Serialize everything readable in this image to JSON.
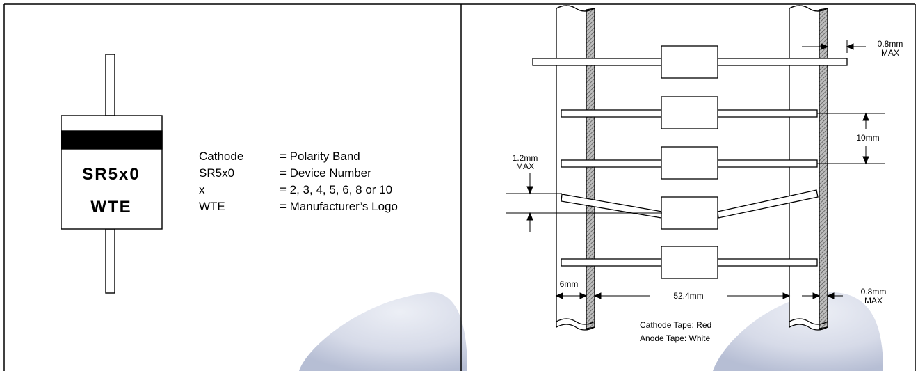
{
  "device": {
    "part_number": "SR5x0",
    "logo": "WTE"
  },
  "legend": [
    {
      "key": "Cathode",
      "value": "= Polarity Band"
    },
    {
      "key": "SR5x0",
      "value": "= Device Number"
    },
    {
      "key": "x",
      "value": "= 2, 3, 4, 5, 6, 8 or 10"
    },
    {
      "key": "WTE",
      "value": "= Manufacturer’s Logo"
    }
  ],
  "tape": {
    "dim_top_right": {
      "value": "0.8mm",
      "qualifier": "MAX"
    },
    "dim_pitch": "10mm",
    "dim_lead_offset": {
      "value": "1.2mm",
      "qualifier": "MAX"
    },
    "dim_tape_width": "6mm",
    "dim_span": "52.4mm",
    "dim_bottom_right": {
      "value": "0.8mm",
      "qualifier": "MAX"
    },
    "notes": [
      "Cathode Tape: Red",
      "Anode Tape: White"
    ]
  },
  "colors": {
    "line": "#000000",
    "tape_hatch": "#7a7a7a",
    "watermark": "#c8cde0"
  }
}
